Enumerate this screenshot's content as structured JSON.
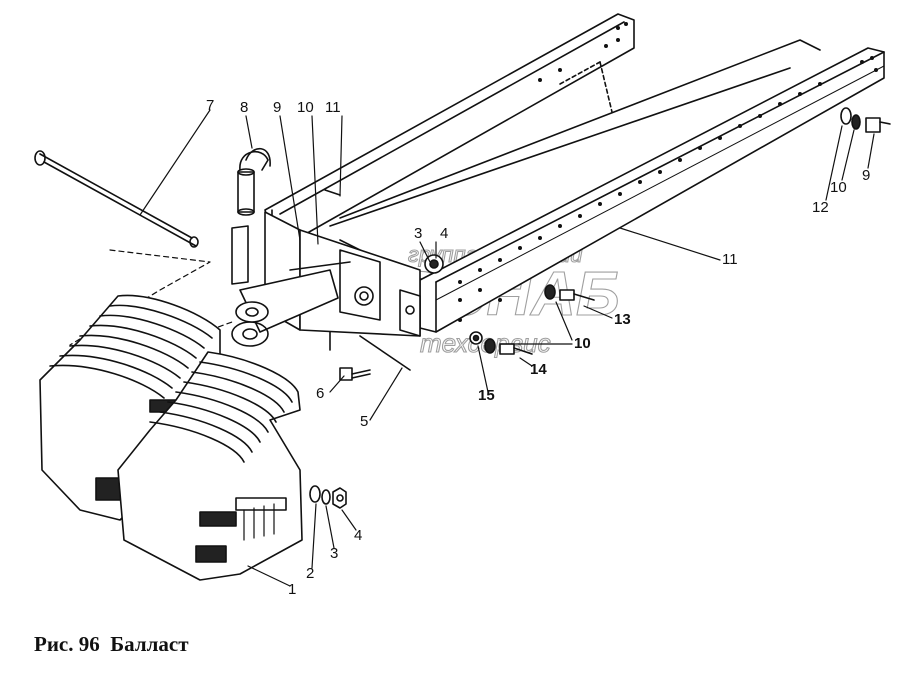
{
  "caption": {
    "figure": "Рис. 96",
    "title": "Балласт"
  },
  "watermark": {
    "top_line": "группа компаний",
    "brand": "РОСНАБ",
    "bottom_line": "техсервис"
  },
  "callouts": {
    "c1": "1",
    "c2": "2",
    "c3a": "3",
    "c4a": "4",
    "c3b": "3",
    "c4b": "4",
    "c5": "5",
    "c6": "6",
    "c7": "7",
    "c8": "8",
    "c9a": "9",
    "c10a": "10",
    "c11a": "11",
    "c11b": "11",
    "c12": "12",
    "c10b": "10",
    "c9b": "9",
    "c13": "13",
    "c10c": "10",
    "c14": "14",
    "c15": "15"
  }
}
